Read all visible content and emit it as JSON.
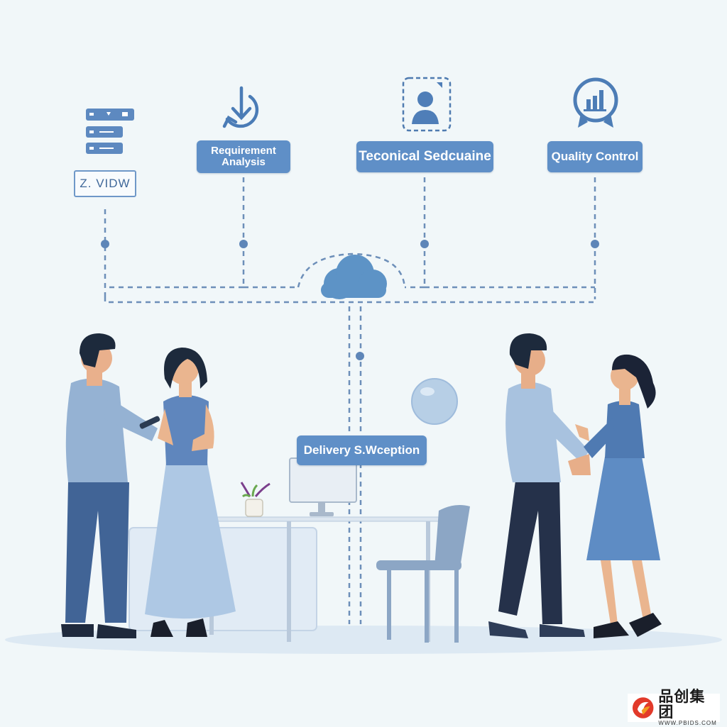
{
  "diagram": {
    "view_label": "Z. VIDW",
    "requirement_label": "Requirement Analysis",
    "technical_label": "Teconical Sedcuaine",
    "quality_label": "Quality Control",
    "delivery_label": "Delivery S.Wception"
  },
  "icons": {
    "list": "list-panel-icon",
    "requirement": "download-cycle-icon",
    "technical": "user-profile-icon",
    "quality": "bar-chart-badge-icon",
    "cloud": "cloud-icon"
  },
  "colors": {
    "background": "#f1f7f9",
    "accent": "#5f8fc7",
    "dark": "#3e5f8a",
    "line": "#6d8fb9"
  },
  "watermark": {
    "brand": "品创集团",
    "url": "WWW.PBIDS.COM"
  }
}
